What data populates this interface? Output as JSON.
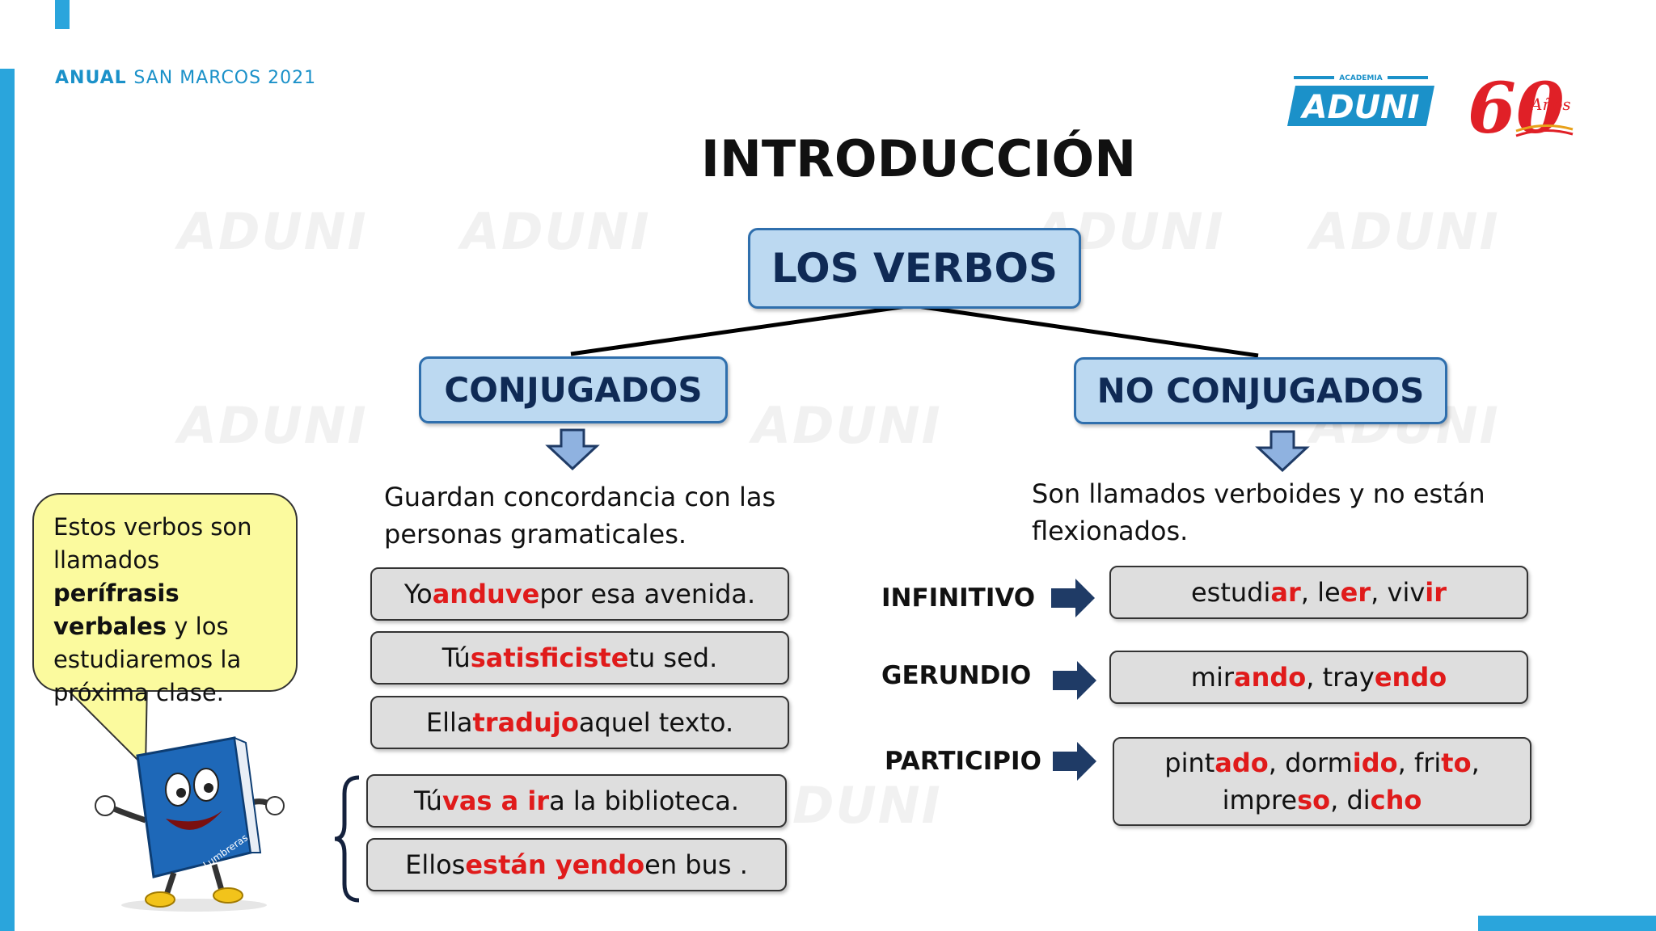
{
  "header": {
    "brand_part1": "ANUAL",
    "brand_part2": "SAN MARCOS 2021"
  },
  "logos": {
    "aduni_small": "ACADEMIA",
    "aduni_main": "ADUNI",
    "anniversary_number": "60",
    "anniversary_word": "Años"
  },
  "watermark": "ADUNI",
  "title": "INTRODUCCIÓN",
  "root_node": "LOS VERBOS",
  "left_branch": {
    "label": "CONJUGADOS",
    "description_line1": "Guardan concordancia con las",
    "description_line2": "personas gramaticales.",
    "examples": [
      {
        "pre": "Yo ",
        "verb": "anduve",
        "post": " por esa avenida."
      },
      {
        "pre": "Tú ",
        "verb": "satisficiste",
        "post": " tu sed."
      },
      {
        "pre": "Ella ",
        "verb": "tradujo",
        "post": " aquel texto."
      }
    ],
    "periphrasis_examples": [
      {
        "pre": "Tú ",
        "verb": "vas a ir",
        "post": " a la biblioteca."
      },
      {
        "pre": "Ellos ",
        "verb": "están yendo",
        "post": " en bus ."
      }
    ]
  },
  "right_branch": {
    "label": "NO CONJUGADOS",
    "description_line1": "Son llamados verboides y no están",
    "description_line2": "flexionados.",
    "forms": [
      {
        "name": "INFINITIVO",
        "line1": [
          [
            "estudi",
            ""
          ],
          [
            "ar",
            "red"
          ],
          [
            ", le",
            ""
          ],
          [
            "er",
            "red"
          ],
          [
            ", viv",
            ""
          ],
          [
            "ir",
            "red"
          ]
        ],
        "line2": []
      },
      {
        "name": "GERUNDIO",
        "line1": [
          [
            "mir",
            ""
          ],
          [
            "ando",
            "red"
          ],
          [
            ", tray",
            ""
          ],
          [
            "endo",
            "red"
          ]
        ],
        "line2": []
      },
      {
        "name": "PARTICIPIO",
        "line1": [
          [
            "pint",
            ""
          ],
          [
            "ado",
            "red"
          ],
          [
            ", dorm",
            ""
          ],
          [
            "ido",
            "red"
          ],
          [
            ", fri",
            ""
          ],
          [
            "to",
            "red"
          ],
          [
            ",",
            ""
          ]
        ],
        "line2": [
          [
            "impre",
            ""
          ],
          [
            "so",
            "red"
          ],
          [
            ", di",
            ""
          ],
          [
            "cho",
            "red"
          ]
        ]
      }
    ]
  },
  "bubble": {
    "t1": "Estos verbos son",
    "t2": "llamados ",
    "t3": "perífrasis",
    "t4": "verbales",
    "t5": " y los",
    "t6": "estudiaremos la",
    "t7": "próxima clase."
  },
  "mascot": {
    "book_text": "Lumbreras"
  },
  "colors": {
    "accent_blue": "#2aa5dc",
    "node_fill": "#bcd9f1",
    "node_text": "#0f2a55",
    "arrow": "#1f3b66",
    "highlight_red": "#e01b1b",
    "bubble_fill": "#fbfa9e"
  }
}
